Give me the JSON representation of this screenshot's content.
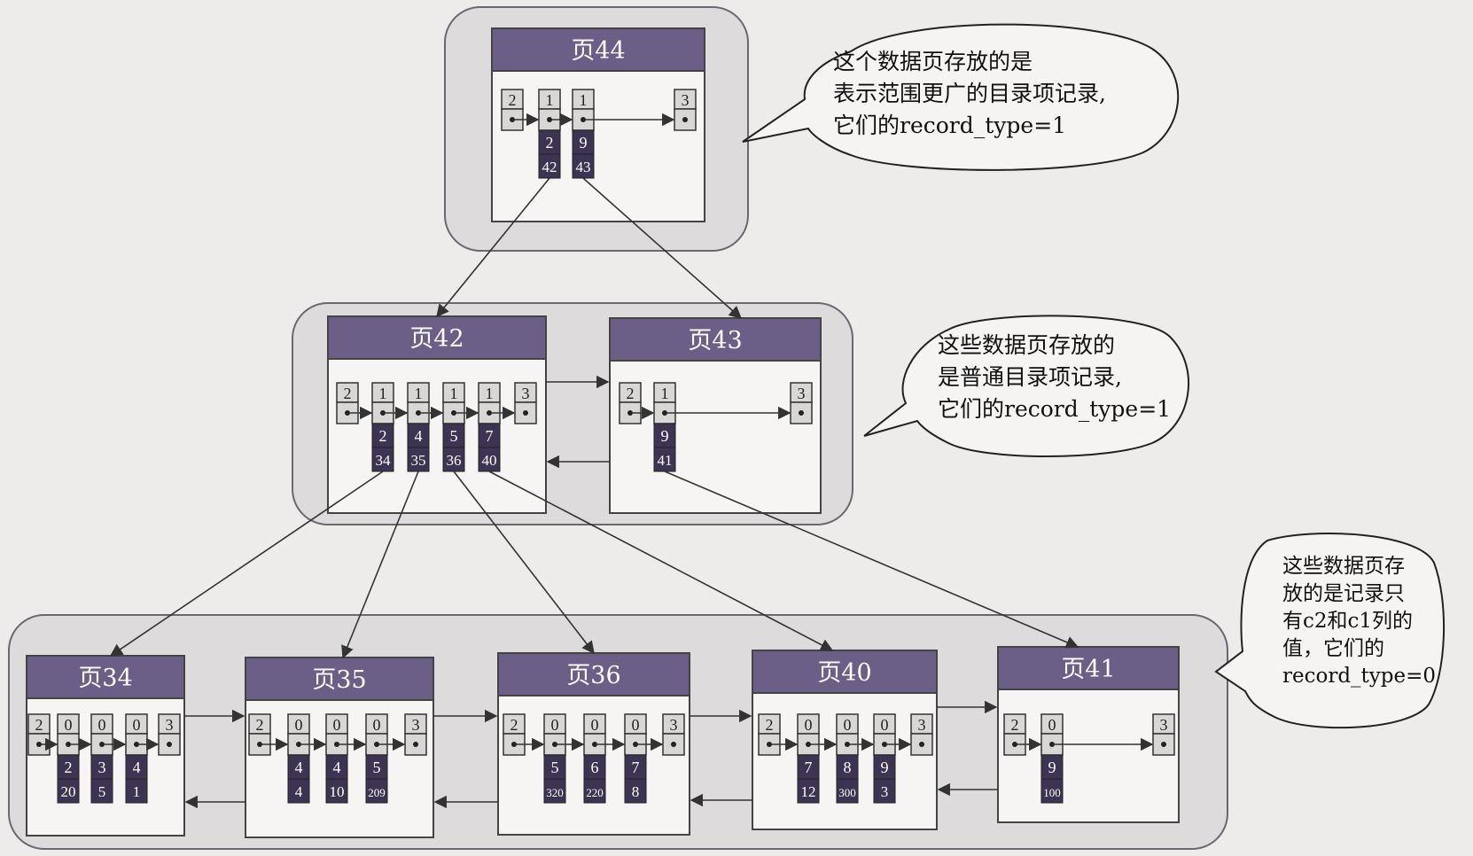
{
  "root_page": {
    "title": "页44",
    "records": [
      {
        "type": "2"
      },
      {
        "type": "1",
        "key": "2",
        "page": "42"
      },
      {
        "type": "1",
        "key": "9",
        "page": "43"
      },
      {
        "type": "3"
      }
    ]
  },
  "middle_pages": [
    {
      "title": "页42",
      "records": [
        {
          "type": "2"
        },
        {
          "type": "1",
          "key": "2",
          "page": "34"
        },
        {
          "type": "1",
          "key": "4",
          "page": "35"
        },
        {
          "type": "1",
          "key": "5",
          "page": "36"
        },
        {
          "type": "1",
          "key": "7",
          "page": "40"
        },
        {
          "type": "3"
        }
      ]
    },
    {
      "title": "页43",
      "records": [
        {
          "type": "2"
        },
        {
          "type": "1",
          "key": "9",
          "page": "41"
        },
        {
          "type": "3"
        }
      ]
    }
  ],
  "leaf_pages": [
    {
      "title": "页34",
      "records": [
        {
          "type": "2"
        },
        {
          "type": "0",
          "key": "2",
          "value": "20"
        },
        {
          "type": "0",
          "key": "3",
          "value": "5"
        },
        {
          "type": "0",
          "key": "4",
          "value": "1"
        },
        {
          "type": "3"
        }
      ]
    },
    {
      "title": "页35",
      "records": [
        {
          "type": "2"
        },
        {
          "type": "0",
          "key": "4",
          "value": "4"
        },
        {
          "type": "0",
          "key": "4",
          "value": "10"
        },
        {
          "type": "0",
          "key": "5",
          "value": "209"
        },
        {
          "type": "3"
        }
      ]
    },
    {
      "title": "页36",
      "records": [
        {
          "type": "2"
        },
        {
          "type": "0",
          "key": "5",
          "value": "320"
        },
        {
          "type": "0",
          "key": "6",
          "value": "220"
        },
        {
          "type": "0",
          "key": "7",
          "value": "8"
        },
        {
          "type": "3"
        }
      ]
    },
    {
      "title": "页40",
      "records": [
        {
          "type": "2"
        },
        {
          "type": "0",
          "key": "7",
          "value": "12"
        },
        {
          "type": "0",
          "key": "8",
          "value": "300"
        },
        {
          "type": "0",
          "key": "9",
          "value": "3"
        },
        {
          "type": "3"
        }
      ]
    },
    {
      "title": "页41",
      "records": [
        {
          "type": "2"
        },
        {
          "type": "0",
          "key": "9",
          "value": "100"
        },
        {
          "type": "3"
        }
      ]
    }
  ],
  "callouts": {
    "top": "这个数据页存放的是\n表示范围更广的目录项记录,\n它们的record_type=1",
    "middle": "这些数据页存放的\n是普通目录项记录,\n它们的record_type=1",
    "bottom": "这些数据页存\n放的是记录只\n有c2和c1列的\n值，它们的\nrecord_type=0"
  },
  "colors": {
    "header_fill": "#6b5f87",
    "header_text": "#ffffff",
    "record_fill": "#d9d6d6",
    "data_fill": "#3d3352",
    "group_fill": "#dedbdc",
    "group_stroke": "#6d6670",
    "page_fill": "#f7f5f4"
  }
}
